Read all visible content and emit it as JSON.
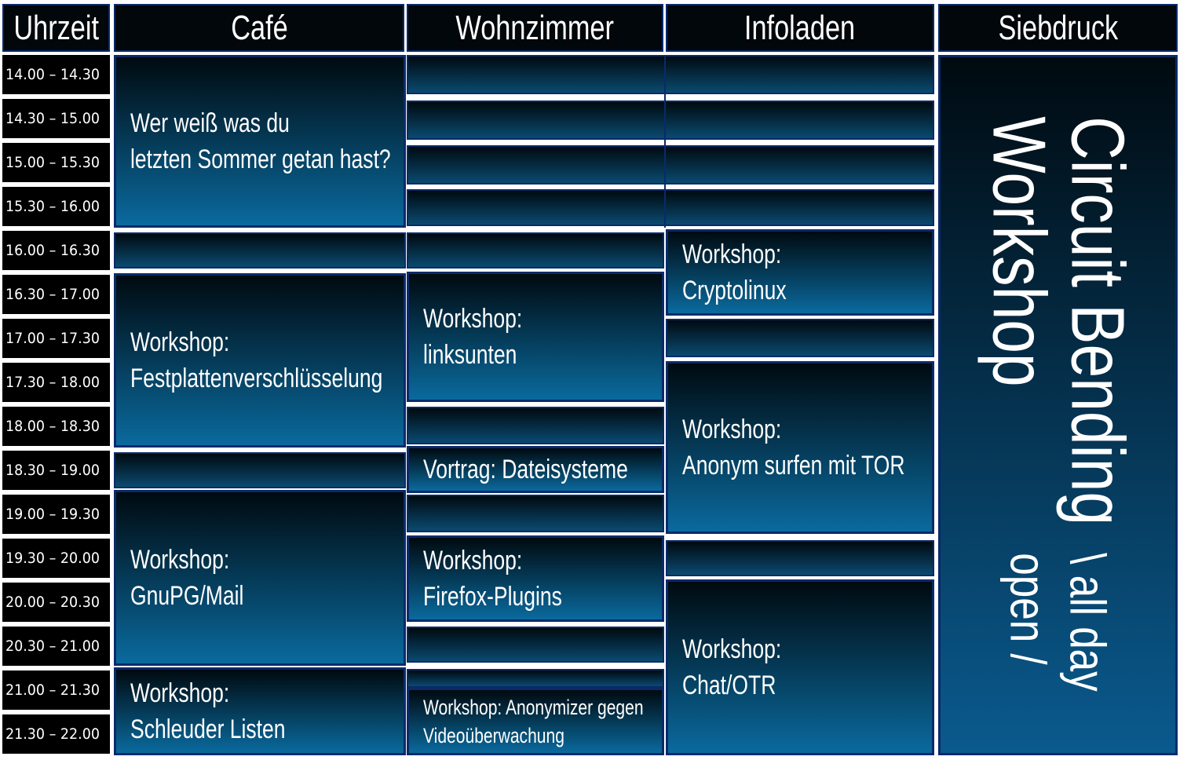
{
  "headers": [
    "Uhrzeit",
    "Café",
    "Wohnzimmer",
    "Infoladen",
    "Siebdruck"
  ],
  "times": [
    "14.00 – 14.30",
    "14.30 – 15.00",
    "15.00 – 15.30",
    "15.30 – 16.00",
    "16.00 – 16.30",
    "16.30 – 17.00",
    "17.00 – 17.30",
    "17.30 – 18.00",
    "18.00 – 18.30",
    "18.30 – 19.00",
    "19.00 – 19.30",
    "19.30 – 20.00",
    "20.00 – 20.30",
    "20.30 – 21.00",
    "21.00 – 21.30",
    "21.30 – 22.00"
  ],
  "events": {
    "cafe_1": [
      "Wer weiß was du",
      "letzten Sommer getan hast?"
    ],
    "cafe_2": [
      "Workshop:",
      "Festplattenverschlüsselung"
    ],
    "cafe_3": [
      "Workshop:",
      " GnuPG/Mail"
    ],
    "cafe_4": [
      "Workshop:",
      "Schleuder Listen"
    ],
    "wohn_1": [
      "Workshop:",
      " linksunten"
    ],
    "wohn_2": [
      "Vortrag: Dateisysteme"
    ],
    "wohn_3": [
      "Workshop:",
      "Firefox-Plugins"
    ],
    "wohn_4": [
      "Workshop: Anonymizer gegen",
      "Videoüberwachung"
    ],
    "info_1": [
      "Workshop:",
      "Cryptolinux"
    ],
    "info_2": [
      "Workshop:",
      "Anonym surfen mit TOR"
    ],
    "info_3": [
      "Workshop:",
      "Chat/OTR"
    ],
    "sieb_title": "Circuit Bending Workshop",
    "sieb_sub": "\\ all day open /"
  }
}
